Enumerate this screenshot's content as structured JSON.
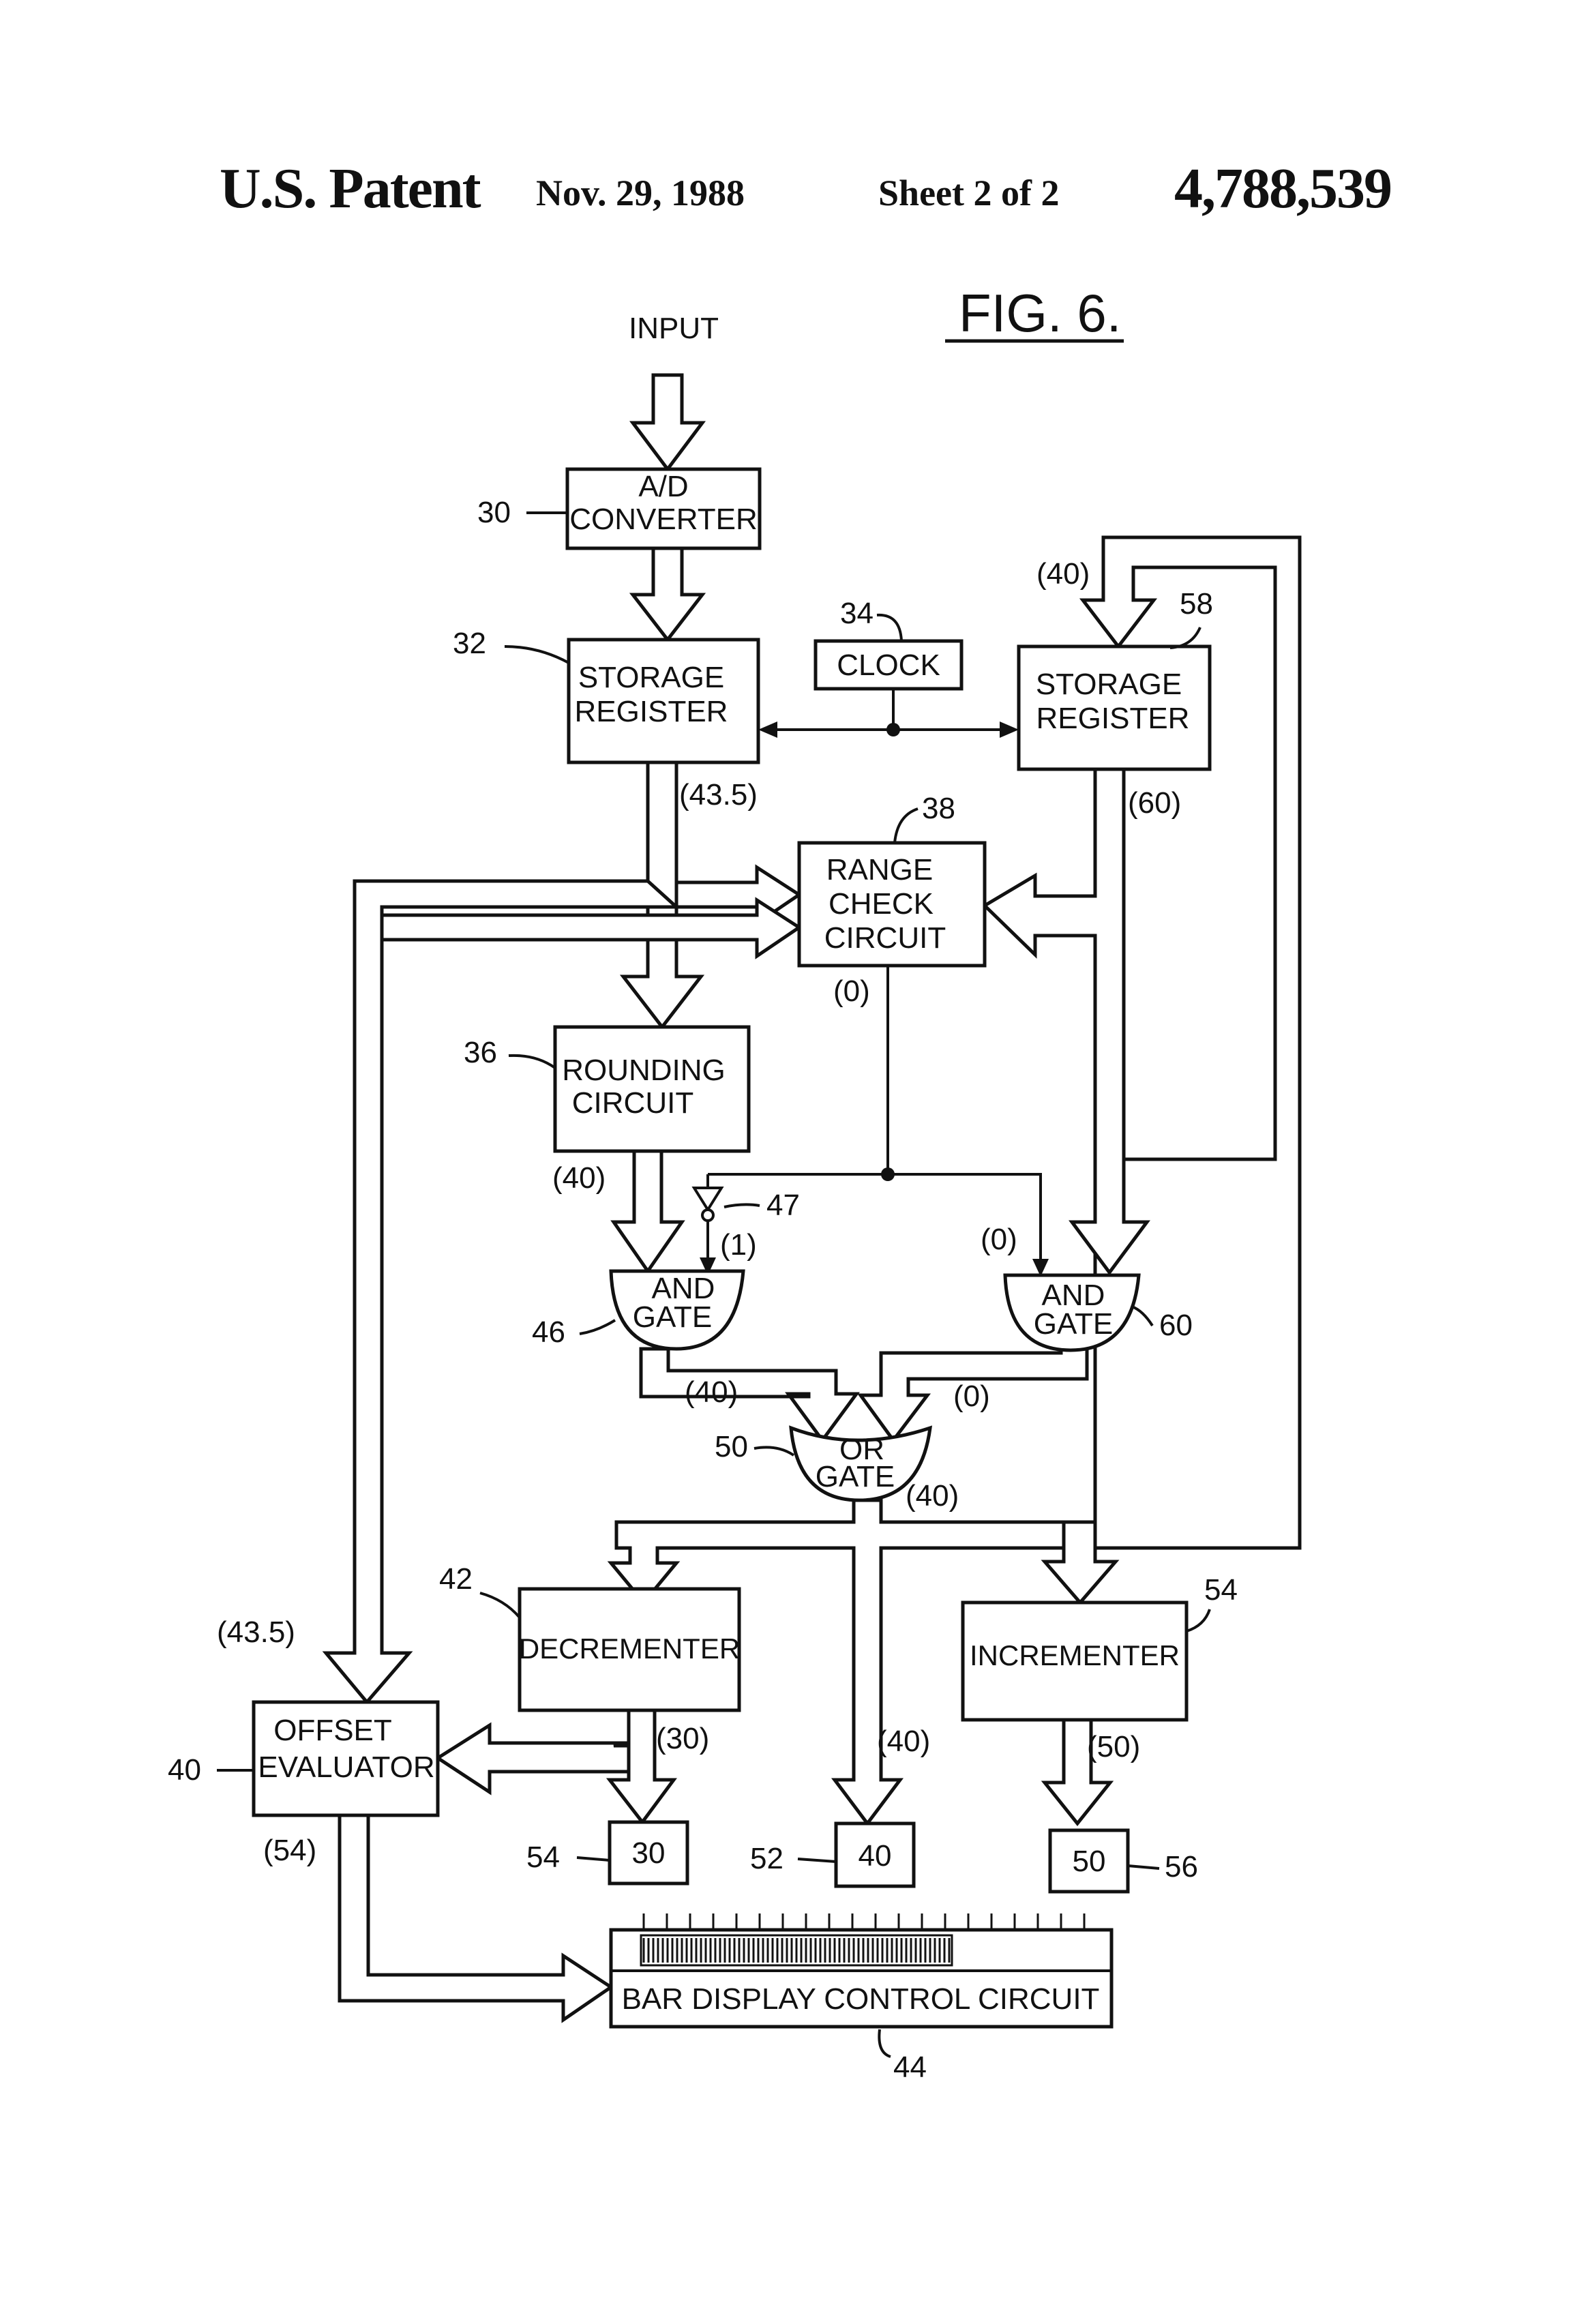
{
  "header": {
    "title": "U.S. Patent",
    "date": "Nov. 29, 1988",
    "sheet": "Sheet 2 of 2",
    "number": "4,788,539"
  },
  "figure": {
    "label": "FIG. 6.",
    "input_label": "INPUT",
    "blocks": {
      "ad_converter": {
        "line1": "A/D",
        "line2": "CONVERTER",
        "ref": "30"
      },
      "storage_register_32": {
        "line1": "STORAGE",
        "line2": "REGISTER",
        "ref": "32"
      },
      "clock": {
        "label": "CLOCK",
        "ref": "34"
      },
      "storage_register_58": {
        "line1": "STORAGE",
        "line2": "REGISTER",
        "ref": "58"
      },
      "range_check": {
        "line1": "RANGE",
        "line2": "CHECK",
        "line3": "CIRCUIT",
        "ref": "38"
      },
      "rounding": {
        "line1": "ROUNDING",
        "line2": "CIRCUIT",
        "ref": "36"
      },
      "inverter": {
        "ref": "47"
      },
      "and_gate_46": {
        "line1": "AND",
        "line2": "GATE",
        "ref": "46"
      },
      "and_gate_60": {
        "line1": "AND",
        "line2": "GATE",
        "ref": "60"
      },
      "or_gate": {
        "line1": "OR",
        "line2": "GATE",
        "ref": "50"
      },
      "decrementer": {
        "label": "DECREMENTER",
        "ref": "42"
      },
      "incrementer": {
        "label": "INCREMENTER",
        "ref": "54"
      },
      "offset_evaluator": {
        "line1": "OFFSET",
        "line2": "EVALUATOR",
        "ref": "40"
      },
      "display_54": {
        "value": "30",
        "ref": "54"
      },
      "display_52": {
        "value": "40",
        "ref": "52"
      },
      "display_56": {
        "value": "50",
        "ref": "56"
      },
      "bar_display": {
        "label": "BAR DISPLAY CONTROL CIRCUIT",
        "ref": "44"
      }
    },
    "values": {
      "sr58_in": "(40)",
      "sr32_out": "(43.5)",
      "sr58_out": "(60)",
      "range_out": "(0)",
      "rounding_out": "(40)",
      "inverter_out": "(1)",
      "and60_in": "(0)",
      "and46_out": "(40)",
      "and60_out": "(0)",
      "or_out": "(40)",
      "offset_in": "(43.5)",
      "dec_out": "(30)",
      "direct_out": "(40)",
      "inc_out": "(50)",
      "offset_out": "(54)"
    }
  }
}
